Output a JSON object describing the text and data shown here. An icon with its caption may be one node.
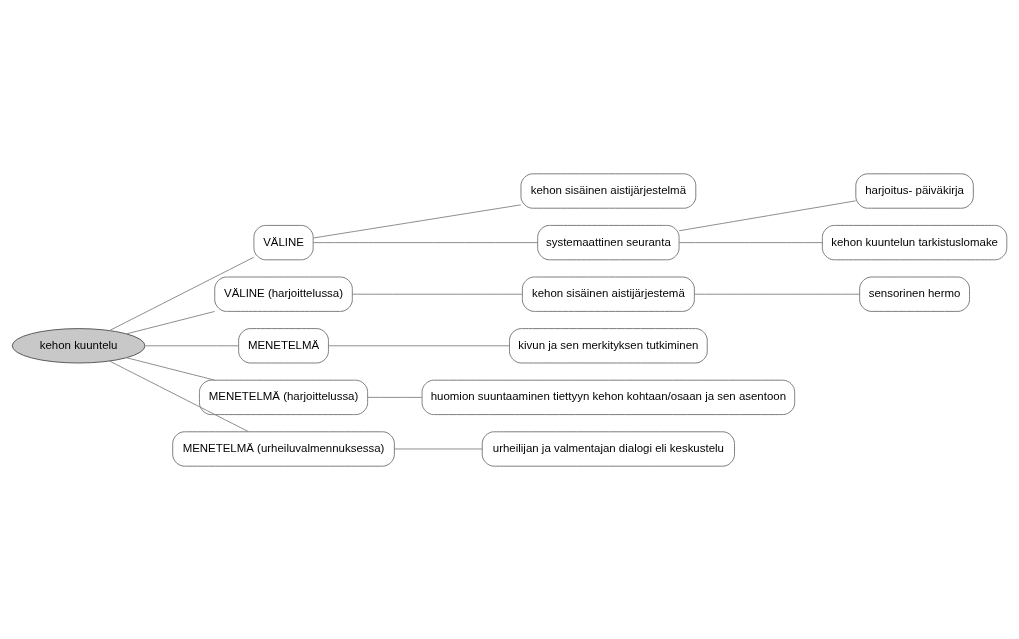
{
  "diagram": {
    "nodes": [
      {
        "text": [
          "kehon kuuntelu"
        ]
      },
      {
        "text": [
          "VÄLINE"
        ]
      },
      {
        "text": [
          "kehon sisäinen aistijärjestelmä"
        ]
      },
      {
        "text": [
          "systemaattinen seuranta"
        ]
      },
      {
        "text": [
          "harjoitus- päiväkirja"
        ]
      },
      {
        "text": [
          "kehon kuuntelun tarkistuslomake"
        ]
      },
      {
        "text": [
          "VÄLINE (harjoittelussa)"
        ]
      },
      {
        "text": [
          "kehon sisäinen aistijärjestemä"
        ]
      },
      {
        "text": [
          "sensorinen hermo"
        ]
      },
      {
        "text": [
          "MENETELMÄ"
        ]
      },
      {
        "text": [
          "kivun ja sen merkityksen tutkiminen"
        ]
      },
      {
        "text": [
          "MENETELMÄ (harjoittelussa)"
        ]
      },
      {
        "text": [
          "huomion suuntaaminen tiettyyn kehon kohtaan/osaan ja sen asentoon"
        ]
      },
      {
        "text": [
          "MENETELMÄ (urheiluvalmennuksessa)"
        ]
      },
      {
        "text": [
          "urheilijan ja valmentajan dialogi eli keskustelu"
        ]
      }
    ],
    "edges": [
      {
        "from": 0,
        "to": 1,
        "arrow": "none"
      },
      {
        "from": 1,
        "to": 2,
        "arrow": "none"
      },
      {
        "from": 1,
        "to": 3,
        "arrow": "none"
      },
      {
        "from": 3,
        "to": 4,
        "arrow": "none"
      },
      {
        "from": 3,
        "to": 5,
        "arrow": "none"
      },
      {
        "from": 0,
        "to": 6,
        "arrow": "none"
      },
      {
        "from": 6,
        "to": 7,
        "arrow": "none"
      },
      {
        "from": 7,
        "to": 8,
        "arrow": "none"
      },
      {
        "from": 0,
        "to": 9,
        "arrow": "none"
      },
      {
        "from": 9,
        "to": 10,
        "arrow": "none"
      },
      {
        "from": 0,
        "to": 11,
        "arrow": "none"
      },
      {
        "from": 11,
        "to": 12,
        "arrow": "none"
      },
      {
        "from": 0,
        "to": 13,
        "arrow": "none"
      },
      {
        "from": 13,
        "to": 14,
        "arrow": "none"
      }
    ]
  }
}
